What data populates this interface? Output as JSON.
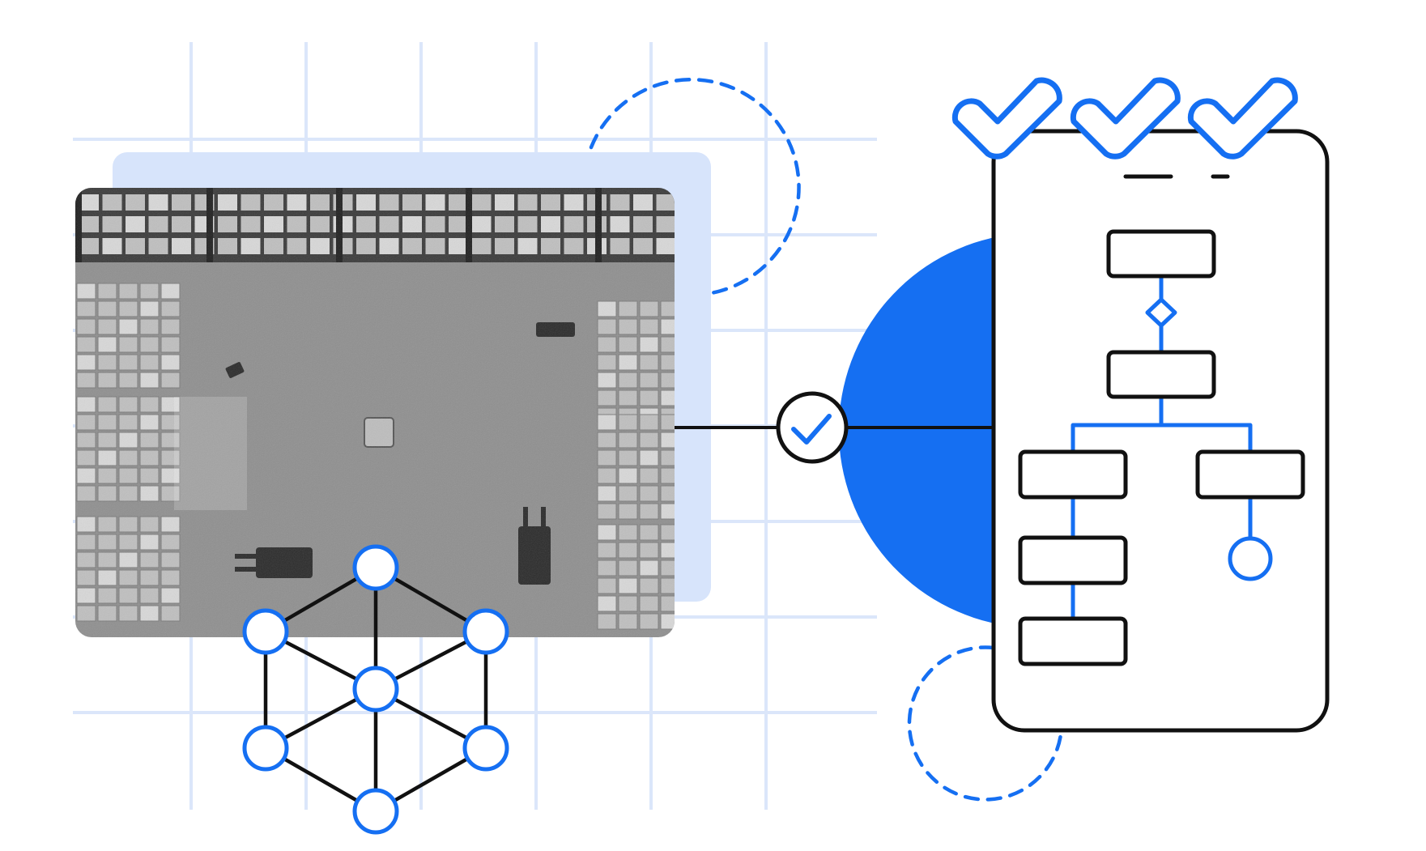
{
  "colors": {
    "background": "#ffffff",
    "grid": "#dbe6fa",
    "backdrop_panel": "#d7e4fb",
    "accent_blue": "#156ff2",
    "ink": "#111111",
    "photo_floor": "#8f8f8f",
    "photo_rack": "#3a3a3a",
    "box_light": "#d8d8d8",
    "box_mid": "#bfbfbf"
  },
  "illustration": {
    "photo_subject": "warehouse-aerial-photo",
    "checkmarks_count": 3,
    "flowchart_nodes": [
      "start-rectangle",
      "decision-diamond",
      "process-rectangle",
      "branch-left-rectangle-1",
      "branch-left-rectangle-2",
      "branch-left-rectangle-3",
      "branch-right-rectangle",
      "end-circle"
    ],
    "network_nodes_count": 7,
    "icons": [
      "check-icon",
      "phone-frame-icon",
      "flowchart-icon",
      "network-cube-icon",
      "dashed-circle-icon"
    ]
  }
}
